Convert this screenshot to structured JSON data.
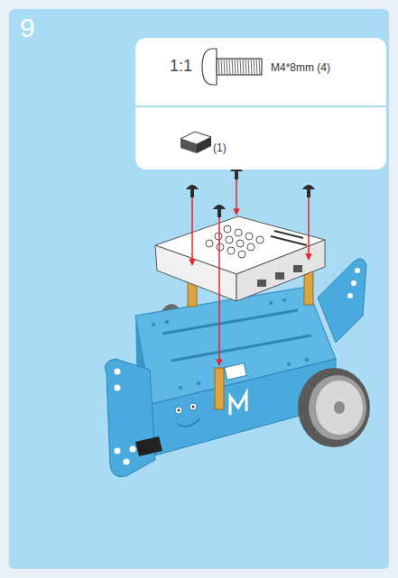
{
  "diagram": {
    "nodes": [
      {
        "text": [
          "1:1",
          "M4*8mm (4)",
          "(1)"
        ]
      }
    ],
    "labels": [
      "9"
    ]
  }
}
